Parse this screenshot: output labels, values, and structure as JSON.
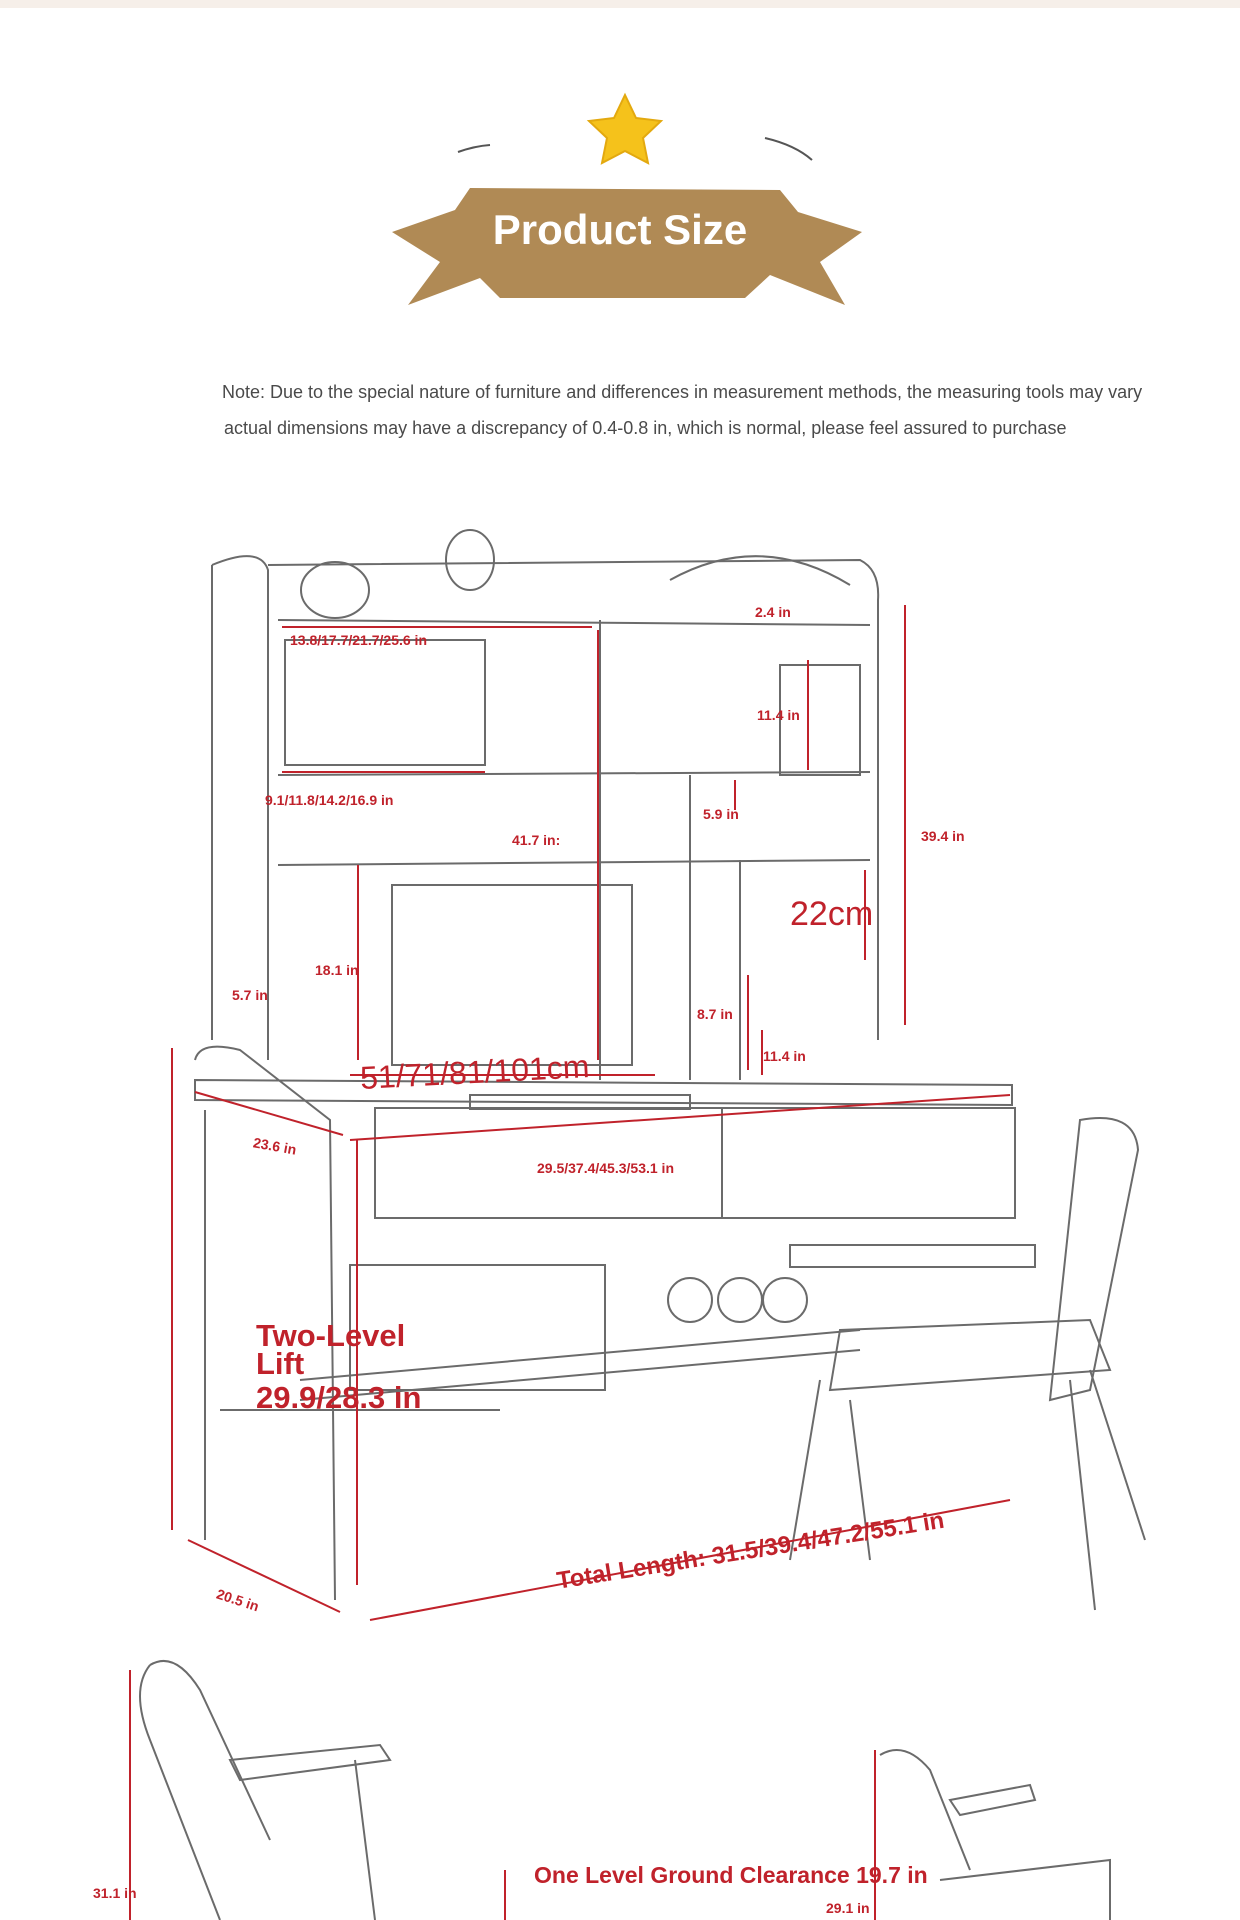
{
  "header": {
    "title": "Product Size",
    "colors": {
      "banner": "#b08a55",
      "star": "#f5c21b",
      "accent": "#c0222b"
    }
  },
  "note": {
    "line1": "Note: Due to the special nature of furniture and differences in measurement methods, the measuring tools may vary",
    "line2": "actual dimensions may have a discrepancy of 0.4-0.8 in, which is normal, please feel assured to purchase"
  },
  "dimensions": {
    "top_shelf_width": "13.8/17.7/21.7/25.6 in",
    "top_depth": "2.4 in",
    "shelf_height_right": "11.4 in",
    "mid_shelf_width": "9.1/11.8/14.2/16.9 in",
    "small_shelf_height": "5.9 in",
    "hutch_height": "41.7 in:",
    "right_height": "39.4 in",
    "cubby_cm": "22cm",
    "monitor_height": "18.1 in",
    "side_height": "5.7 in",
    "lower_cubby_height": "8.7 in",
    "bottom_shelf_height": "11.4 in",
    "hutch_width_cm": "51/71/81/101cm",
    "desk_depth": "23.6 in",
    "drawer_width": "29.5/37.4/45.3/53.1 in",
    "lift_title": "Two-Level Lift",
    "lift_value": "29.9/28.3 in",
    "base_depth": "20.5 in",
    "total_length": "Total Length: 31.5/39.4/47.2/55.1 in",
    "chair_height": "31.1 in",
    "ground_clearance": "One Level Ground Clearance 19.7 in",
    "chair_height_right": "29.1 in"
  }
}
